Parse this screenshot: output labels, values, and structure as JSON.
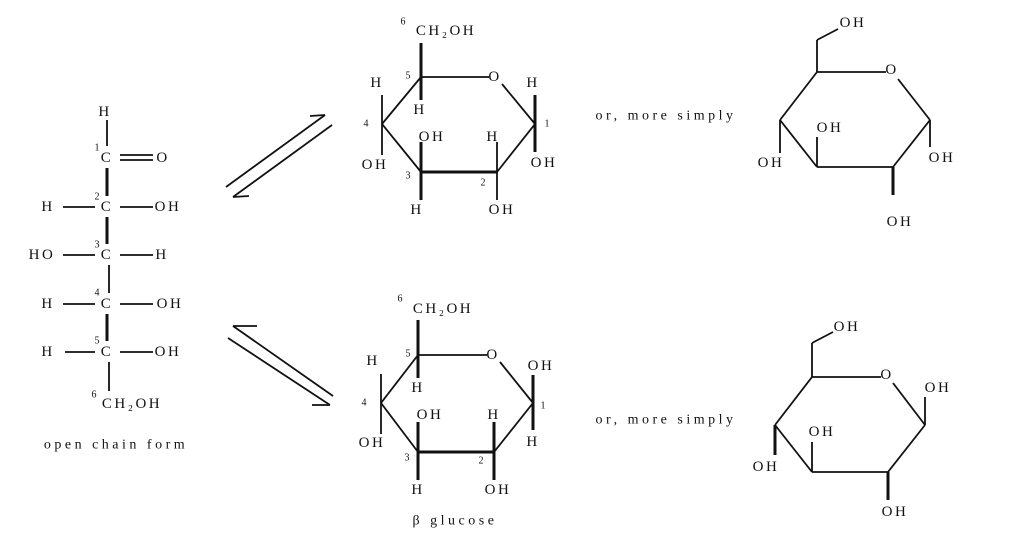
{
  "open_chain": {
    "labels": [
      "H",
      "C",
      "O",
      "H",
      "C",
      "OH",
      "HO",
      "C",
      "H",
      "H",
      "C",
      "OH",
      "H",
      "C",
      "OH",
      "CH₂OH"
    ],
    "numbers": [
      "1",
      "2",
      "3",
      "4",
      "5",
      "6"
    ],
    "caption": "open chain form"
  },
  "alpha_ring": {
    "labels": [
      "CH₂OH",
      "O",
      "H",
      "H",
      "OH",
      "OH",
      "H",
      "H",
      "OH",
      "H",
      "OH"
    ],
    "numbers": [
      "6",
      "5",
      "4",
      "3",
      "2",
      "1"
    ],
    "simplified_note": "or, more simply"
  },
  "beta_ring": {
    "labels": [
      "CH₂OH",
      "O",
      "H",
      "H",
      "OH",
      "OH",
      "H",
      "H",
      "OH",
      "OH",
      "H"
    ],
    "numbers": [
      "6",
      "5",
      "4",
      "3",
      "2",
      "1"
    ],
    "caption": "β glucose",
    "simplified_note": "or, more simply"
  },
  "alpha_simple": {
    "labels": [
      "OH",
      "O",
      "OH",
      "OH",
      "OH",
      "OH"
    ]
  },
  "beta_simple": {
    "labels": [
      "OH",
      "O",
      "OH",
      "OH",
      "OH",
      "OH"
    ]
  }
}
